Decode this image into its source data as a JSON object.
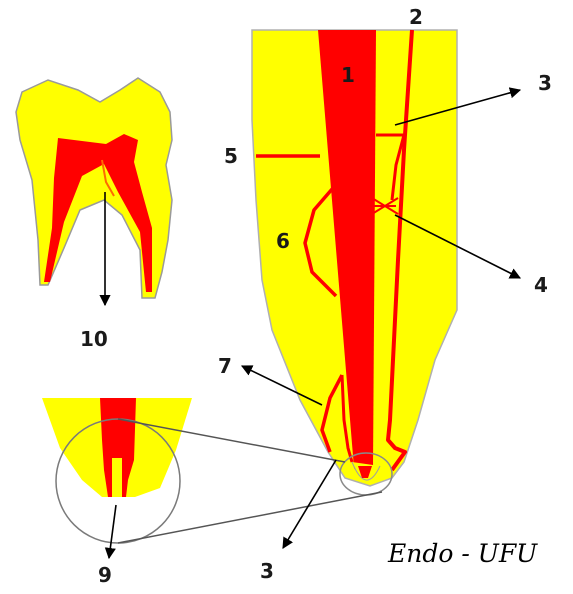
{
  "labels": {
    "l1": "1",
    "l2": "2",
    "l3a": "3",
    "l3b": "3",
    "l4": "4",
    "l5": "5",
    "l6": "6",
    "l7": "7",
    "l9": "9",
    "l10": "10"
  },
  "watermark": "Endo - UFU",
  "colors": {
    "dentin": "#ffff00",
    "canal": "#ff0000",
    "outline": "#9a9a9a",
    "arrow": "#000000",
    "text": "#1a1a1a"
  }
}
